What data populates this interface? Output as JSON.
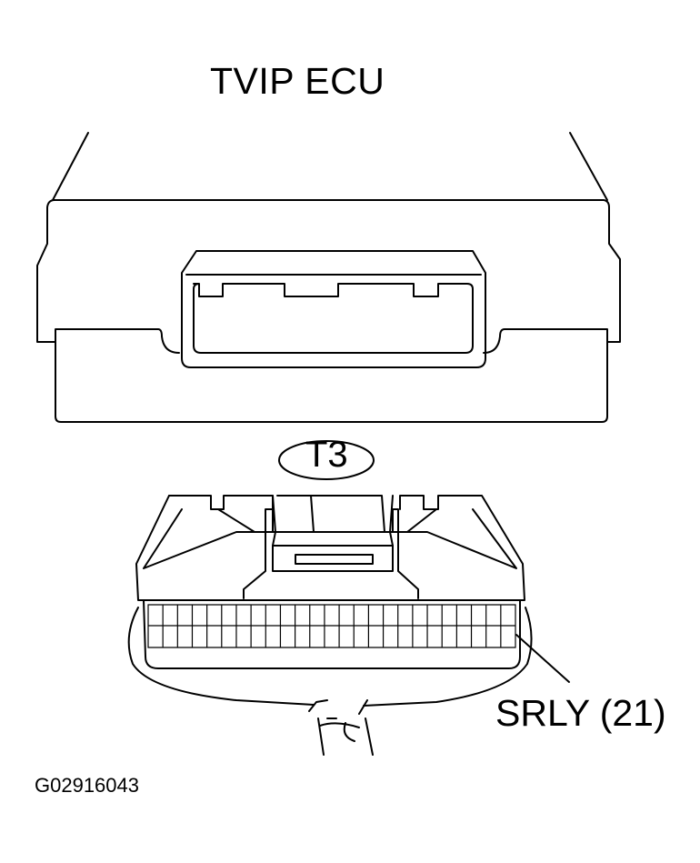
{
  "title": "TVIP ECU",
  "connector_label": "T3",
  "pin_label": "SRLY (21)",
  "figure_code": "G02916043",
  "colors": {
    "line": "#000000",
    "background": "#ffffff"
  }
}
